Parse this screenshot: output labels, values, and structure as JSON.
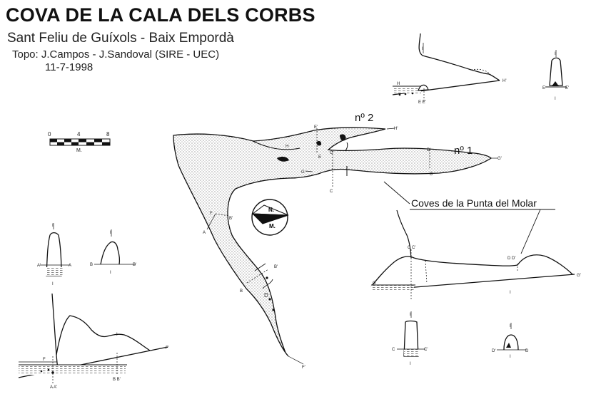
{
  "header": {
    "title": "COVA DE LA CALA DELS CORBS",
    "subtitle": "Sant Feliu de Guíxols - Baix Empordà",
    "credit": "Topo: J.Campos - J.Sandoval (SIRE - UEC)",
    "date": "11-7-1998"
  },
  "scale_bar": {
    "ticks": [
      "0",
      "4",
      "8"
    ],
    "unit": "M."
  },
  "compass": {
    "north": "N.",
    "magnetic": "M."
  },
  "labels": {
    "cave_2": "nº 2",
    "cave_1": "nº 1",
    "callout": "Coves de la Punta del Molar"
  },
  "section_letters": {
    "H": "H",
    "H_prime": "H'",
    "G": "G",
    "G_prime": "G'",
    "F": "F",
    "F_prime": "F'",
    "E": "E",
    "E_prime": "E'",
    "D": "D",
    "D_prime": "D'",
    "C": "C",
    "C_prime": "C'",
    "A": "A",
    "A_prime": "A'",
    "B": "B",
    "B_prime": "B'",
    "I": "I",
    "AA": "A A'",
    "BB": "B B'",
    "CC": "C C'",
    "DD": "D D'",
    "EE": "E E'"
  }
}
